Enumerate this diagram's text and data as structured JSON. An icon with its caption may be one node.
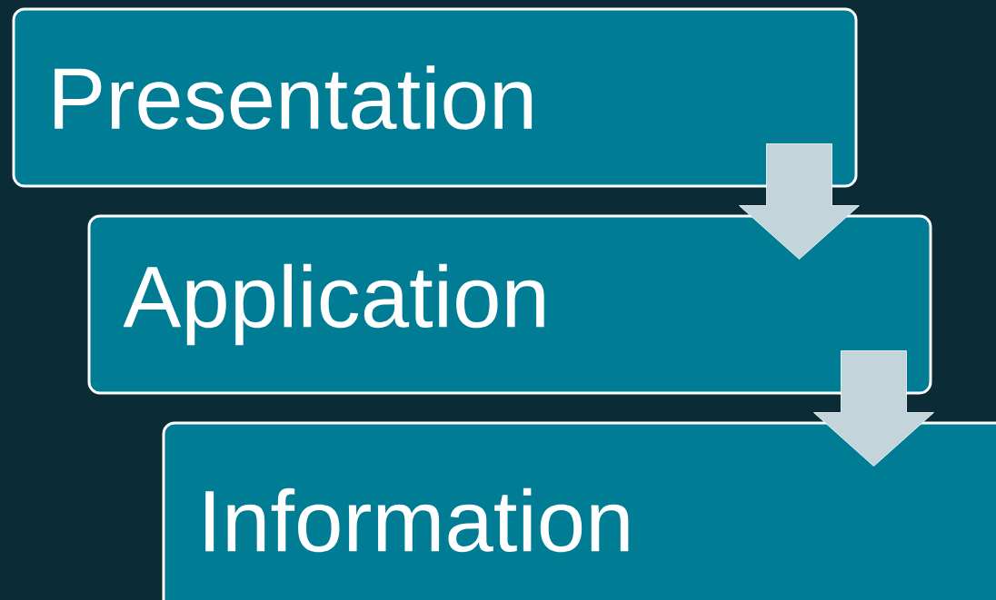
{
  "diagram": {
    "nodes": [
      {
        "text": [
          "Presentation"
        ]
      },
      {
        "text": [
          "Application"
        ]
      },
      {
        "text": [
          "Information"
        ]
      }
    ],
    "edges": [
      {
        "from": 0,
        "to": 1,
        "arrow": "to"
      },
      {
        "from": 1,
        "to": 2,
        "arrow": "to"
      }
    ]
  }
}
